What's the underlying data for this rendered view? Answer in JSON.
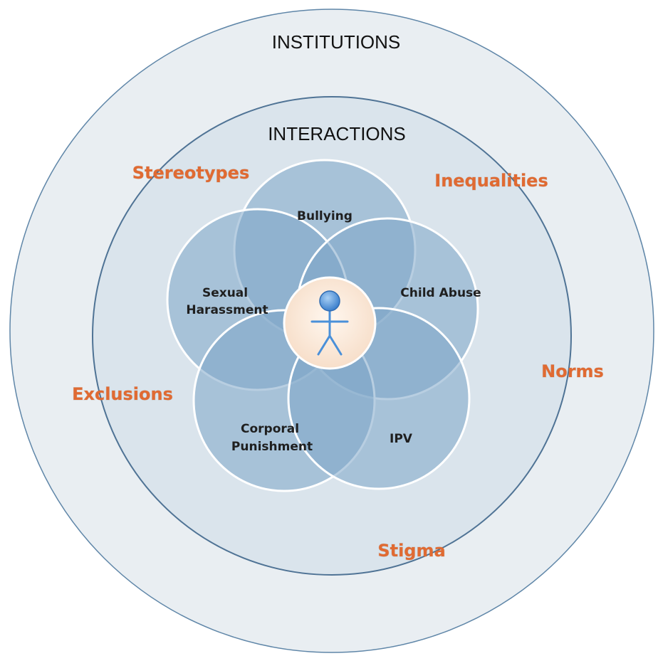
{
  "diagram": {
    "outer_ring_label": "INSTITUTIONS",
    "middle_ring_label": "INTERACTIONS",
    "factors": {
      "stereotypes": "Stereotypes",
      "inequalities": "Inequalities",
      "norms": "Norms",
      "exclusions": "Exclusions",
      "stigma": "Stigma"
    },
    "violence_types": {
      "bullying": "Bullying",
      "sexual_harassment": [
        "Sexual",
        "Harassment"
      ],
      "child_abuse": "Child Abuse",
      "corporal_punishment": [
        "Corporal",
        "Punishment"
      ],
      "ipv": "IPV"
    },
    "center_icon": "stick-figure-person-icon",
    "colors": {
      "outer_ring_fill": "#e9eef2",
      "outer_ring_stroke": "#5f86a8",
      "inner_ring_fill": "#dae4ec",
      "petal_fill": "#7ea5c8",
      "factor_text": "#e06a32",
      "center_fill": "#fbe9da",
      "figure_blue": "#4a90d9"
    }
  }
}
